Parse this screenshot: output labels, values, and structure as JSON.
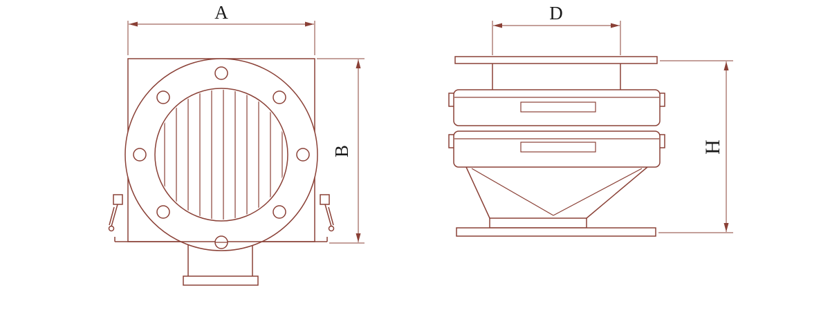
{
  "drawing": {
    "dimensions": {
      "front_width": "A",
      "front_height": "B",
      "side_width": "D",
      "side_height": "H"
    },
    "colors": {
      "line": "#8a4036",
      "text": "#1a1a1a",
      "background": "#ffffff"
    }
  }
}
